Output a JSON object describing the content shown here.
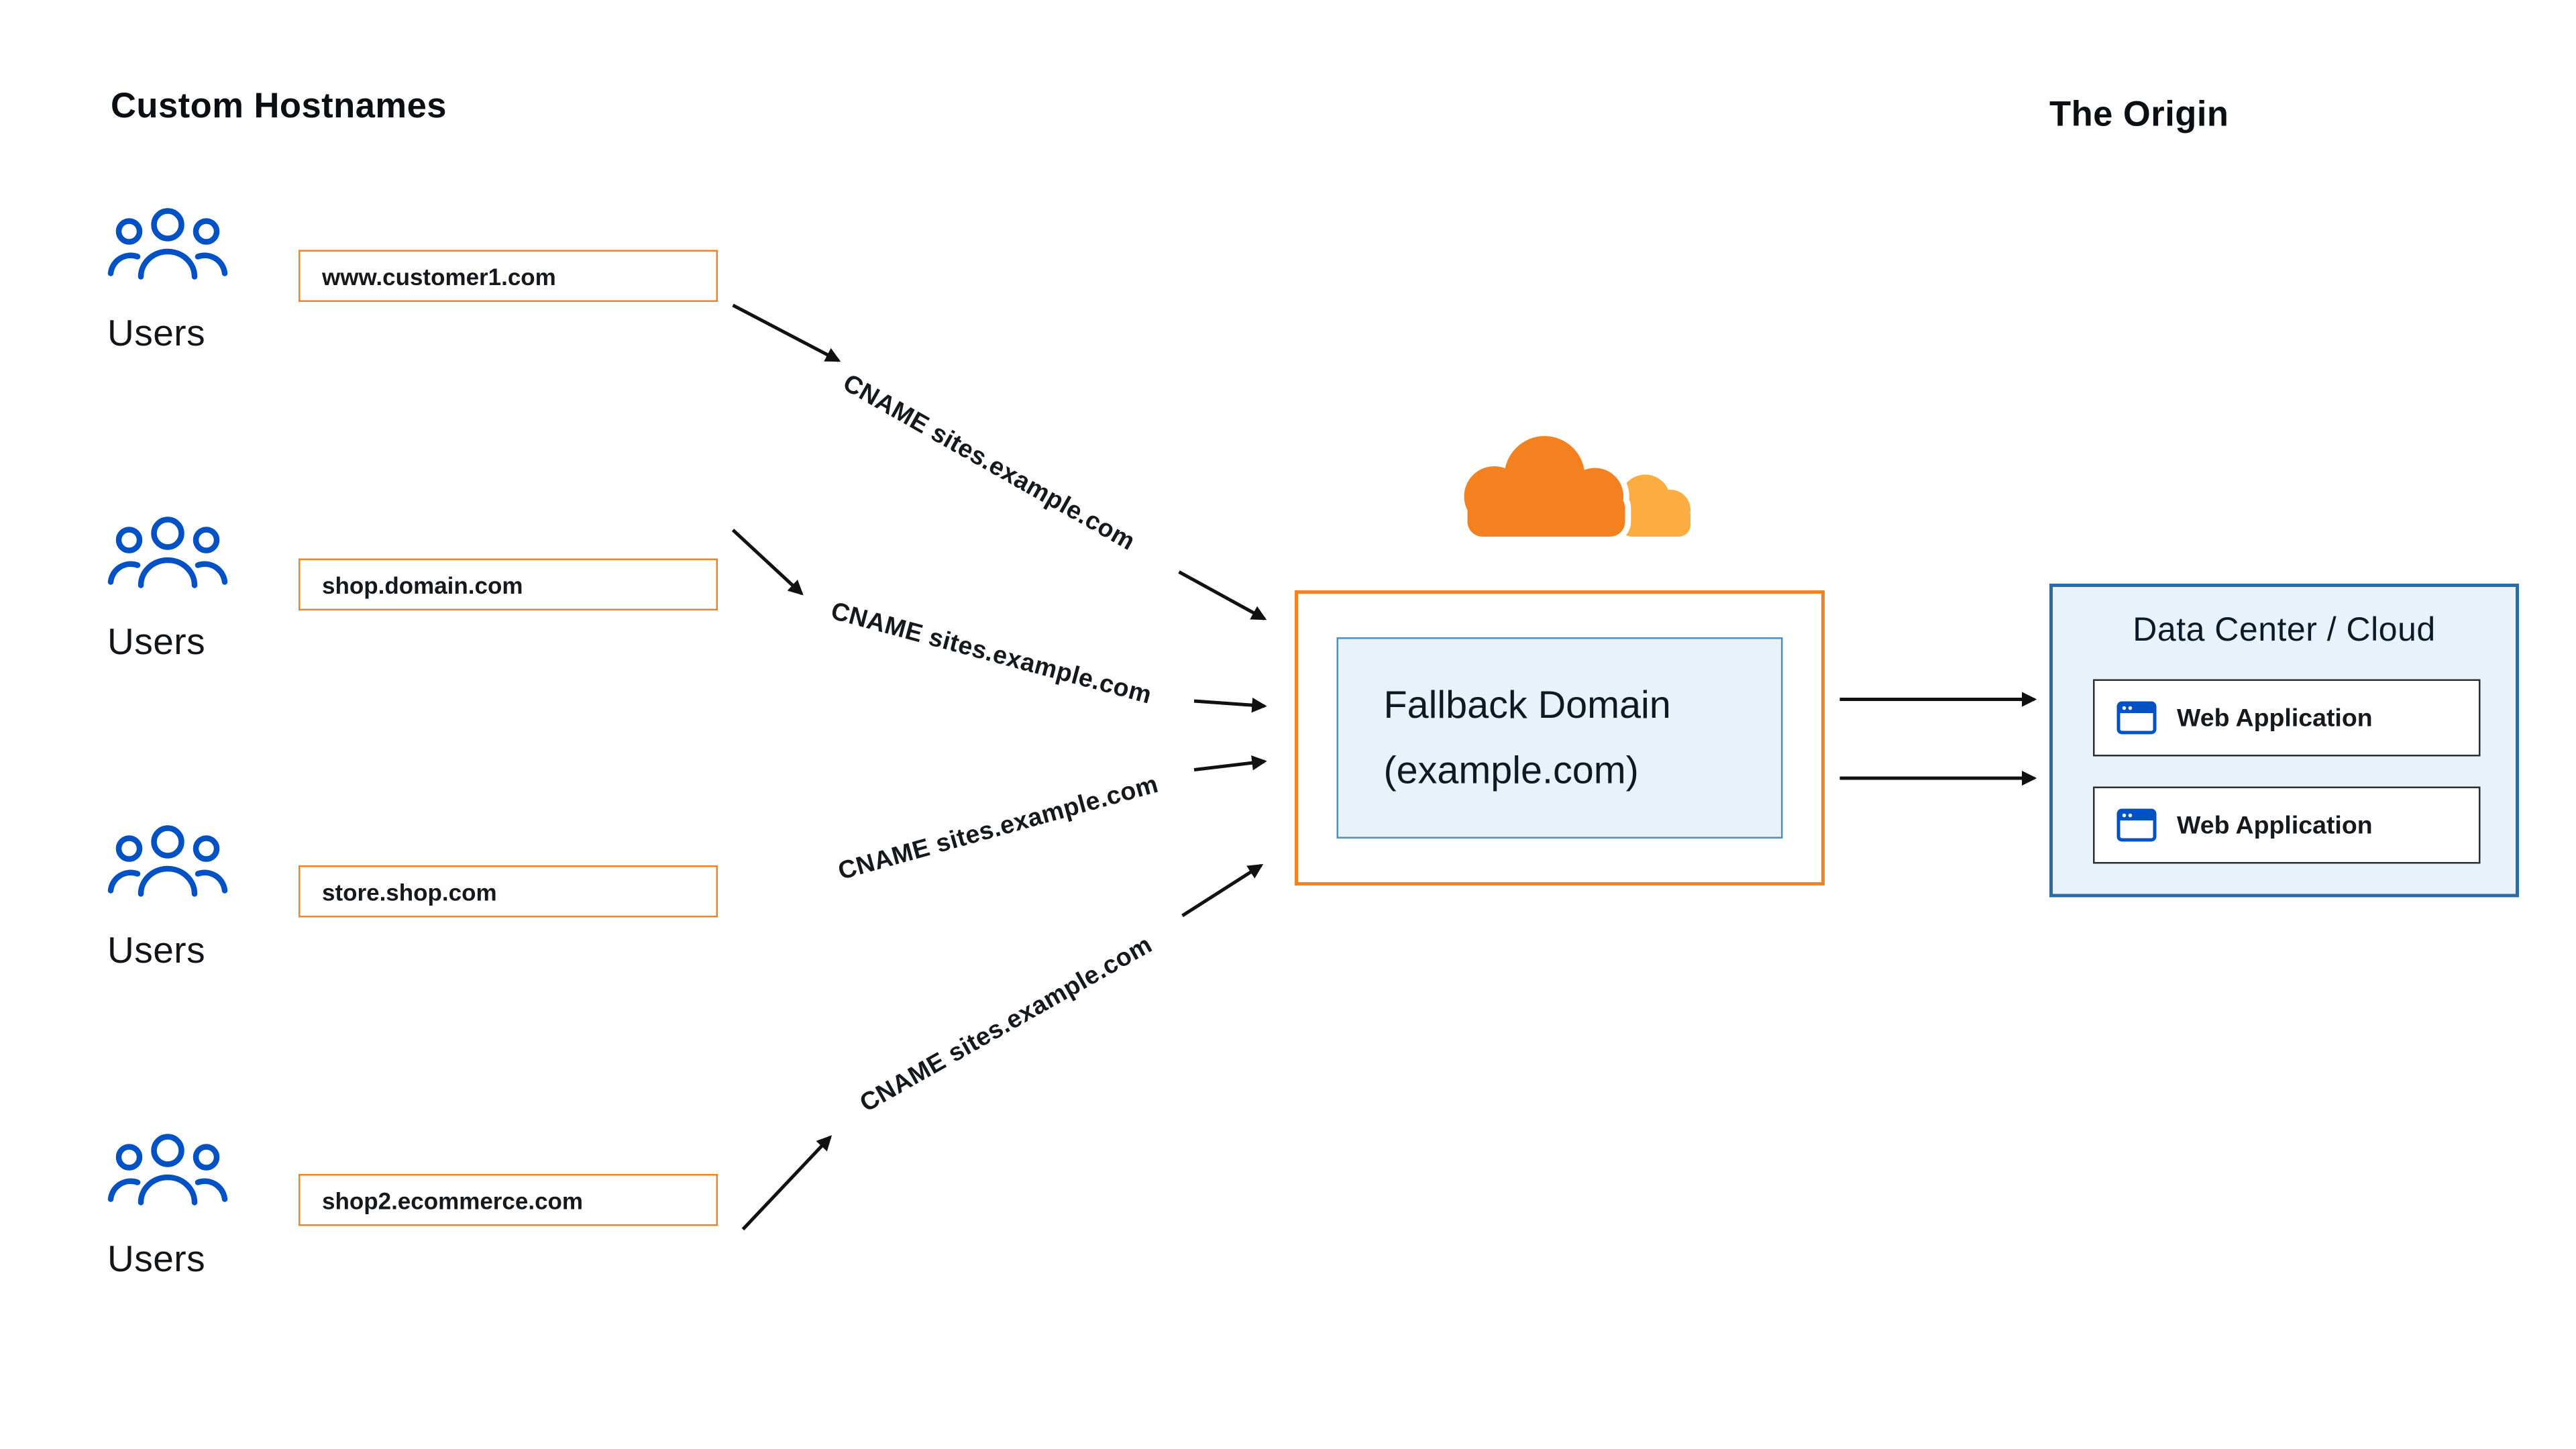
{
  "headings": {
    "left": "Custom Hostnames",
    "right": "The Origin"
  },
  "user_groups": [
    {
      "label": "Users",
      "hostname": "www.customer1.com"
    },
    {
      "label": "Users",
      "hostname": "shop.domain.com"
    },
    {
      "label": "Users",
      "hostname": "store.shop.com"
    },
    {
      "label": "Users",
      "hostname": "shop2.ecommerce.com"
    }
  ],
  "connections": [
    {
      "label": "CNAME sites.example.com"
    },
    {
      "label": "CNAME sites.example.com"
    },
    {
      "label": "CNAME sites.example.com"
    },
    {
      "label": "CNAME sites.example.com"
    }
  ],
  "fallback": {
    "line1": "Fallback Domain",
    "line2": "(example.com)"
  },
  "origin": {
    "title": "Data Center / Cloud",
    "apps": [
      {
        "label": "Web Application"
      },
      {
        "label": "Web Application"
      }
    ]
  },
  "icons": {
    "users": "users-group-icon",
    "cloudflare": "cloudflare-cloud-icon",
    "browser": "browser-window-icon"
  },
  "colors": {
    "orange": "#F6821F",
    "cloud_orange": "#F48120",
    "cloud_light_orange": "#FBAD41",
    "blue_icon": "#0051C3",
    "light_blue_fill": "#E7F2FB",
    "inner_border_blue": "#4A90C2",
    "origin_border_blue": "#2D6CA2",
    "arrow_black": "#111111"
  }
}
